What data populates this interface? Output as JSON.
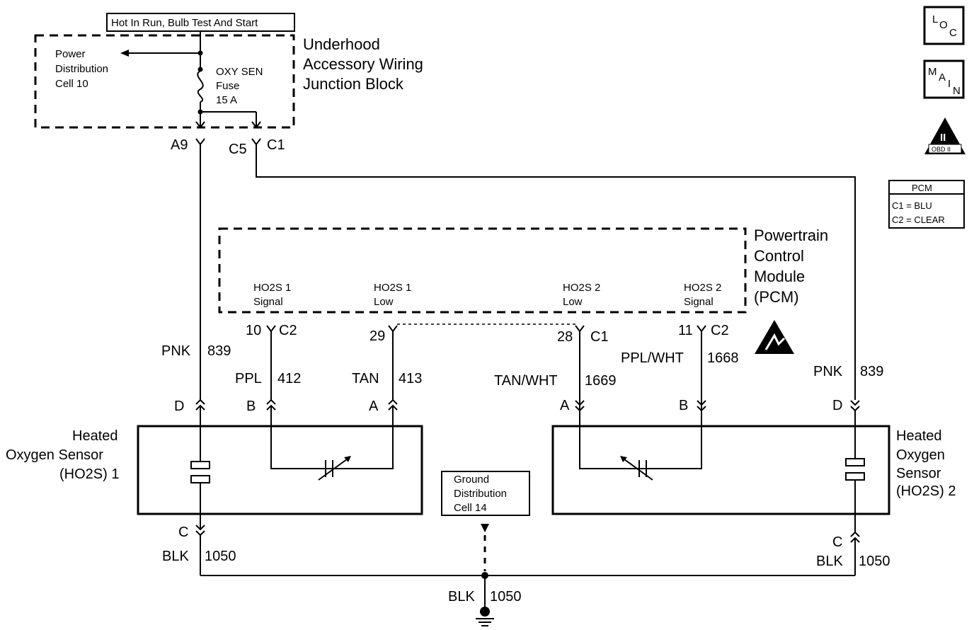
{
  "power_label": "Hot In Run, Bulb Test And Start",
  "junction_block": {
    "name_line1": "Underhood",
    "name_line2": "Accessory Wiring",
    "name_line3": "Junction Block",
    "dist_line1": "Power",
    "dist_line2": "Distribution",
    "dist_line3": "Cell 10",
    "fuse_line1": "OXY SEN",
    "fuse_line2": "Fuse",
    "fuse_line3": "15 A",
    "pin_a9": "A9",
    "pin_c5": "C5",
    "pin_c1": "C1"
  },
  "icons": {
    "loc": "LOC",
    "main": "MAIN",
    "obd": "OBD II",
    "obd_roman": "II"
  },
  "pcm_legend": {
    "title": "PCM",
    "c1": "C1 = BLU",
    "c2": "C2 = CLEAR"
  },
  "pcm": {
    "name_line1": "Powertrain",
    "name_line2": "Control",
    "name_line3": "Module",
    "name_line4": "(PCM)",
    "s1_signal_a": "HO2S 1",
    "s1_signal_b": "Signal",
    "s1_low_a": "HO2S 1",
    "s1_low_b": "Low",
    "s2_low_a": "HO2S 2",
    "s2_low_b": "Low",
    "s2_signal_a": "HO2S 2",
    "s2_signal_b": "Signal",
    "pin10": "10",
    "pin10_conn": "C2",
    "pin29": "29",
    "pin28": "28",
    "pin28_conn": "C1",
    "pin11": "11",
    "pin11_conn": "C2"
  },
  "wires": {
    "pnk_left": "PNK",
    "pnk_left_num": "839",
    "ppl": "PPL",
    "ppl_num": "412",
    "tan": "TAN",
    "tan_num": "413",
    "tanwht": "TAN/WHT",
    "tanwht_num": "1669",
    "pplwht": "PPL/WHT",
    "pplwht_num": "1668",
    "pnk_right": "PNK",
    "pnk_right_num": "839",
    "blk_left": "BLK",
    "blk_left_num": "1050",
    "blk_right": "BLK",
    "blk_right_num": "1050",
    "blk_bottom": "BLK",
    "blk_bottom_num": "1050"
  },
  "sensor1": {
    "line1": "Heated",
    "line2": "Oxygen Sensor",
    "line3": "(HO2S) 1",
    "pin_d": "D",
    "pin_b": "B",
    "pin_a": "A",
    "pin_c": "C"
  },
  "sensor2": {
    "line1": "Heated",
    "line2": "Oxygen",
    "line3": "Sensor",
    "line4": "(HO2S) 2",
    "pin_a": "A",
    "pin_b": "B",
    "pin_d": "D",
    "pin_c": "C"
  },
  "ground": {
    "line1": "Ground",
    "line2": "Distribution",
    "line3": "Cell 14"
  }
}
